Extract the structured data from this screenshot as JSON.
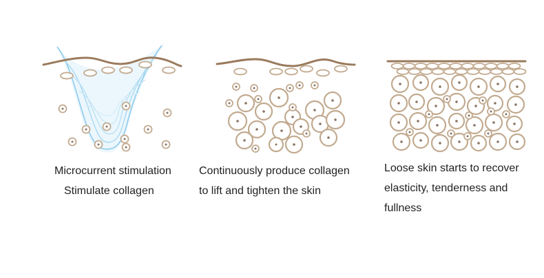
{
  "colors": {
    "skin_line": "#9a7a5c",
    "cell_stroke": "#c2aa8f",
    "cell_fill": "#ffffff",
    "nucleus": "#8a7464",
    "wave_stroke": "#9fd3ee",
    "wave_glow": "#dff2fc"
  },
  "panels": [
    {
      "stage": "stimulation",
      "caption_lines": [
        "Microcurrent stimulation",
        "Stimulate collagen"
      ]
    },
    {
      "stage": "production",
      "caption_lines": [
        "Continuously produce collagen",
        "to lift and tighten the skin"
      ]
    },
    {
      "stage": "recovery",
      "caption_lines": [
        "Loose skin starts to recover",
        "elasticity, tenderness and",
        "fullness"
      ]
    }
  ]
}
